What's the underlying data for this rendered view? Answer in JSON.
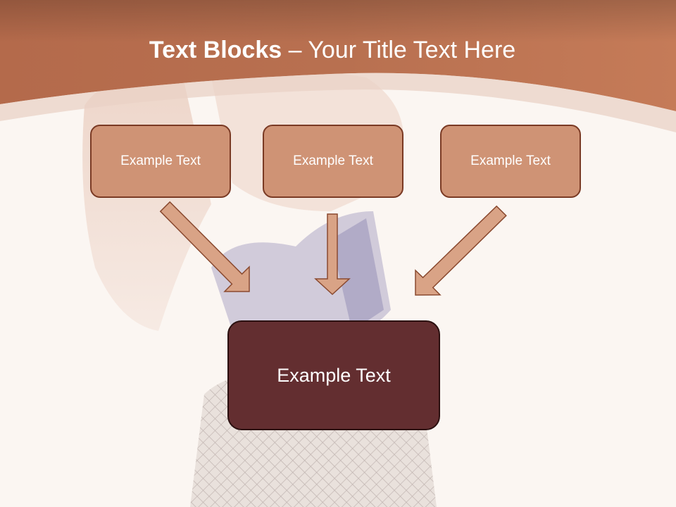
{
  "slide": {
    "title_bold": "Text Blocks",
    "title_rest": " – Your Title Text Here",
    "boxes": [
      {
        "label": "Example Text"
      },
      {
        "label": "Example Text"
      },
      {
        "label": "Example Text"
      }
    ],
    "center_box": {
      "label": "Example Text"
    }
  },
  "colors": {
    "header": "#b9704f",
    "box_fill": "#cf9375",
    "box_border": "#7a3a24",
    "center_fill": "#632e30",
    "arrow_fill": "#d9a386"
  }
}
